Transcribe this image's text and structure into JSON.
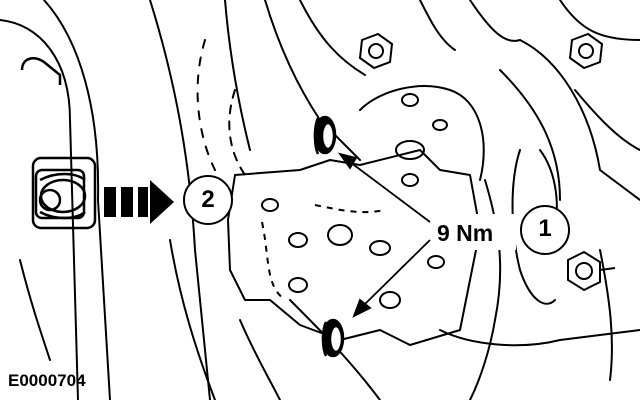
{
  "figure": {
    "id_text": "E0000704",
    "torque_value": "9 Nm",
    "callouts": [
      {
        "number": "1",
        "target": "bolt"
      },
      {
        "number": "2",
        "target": "bracket"
      }
    ]
  },
  "colors": {
    "line": "#000000",
    "background": "#ffffff"
  }
}
